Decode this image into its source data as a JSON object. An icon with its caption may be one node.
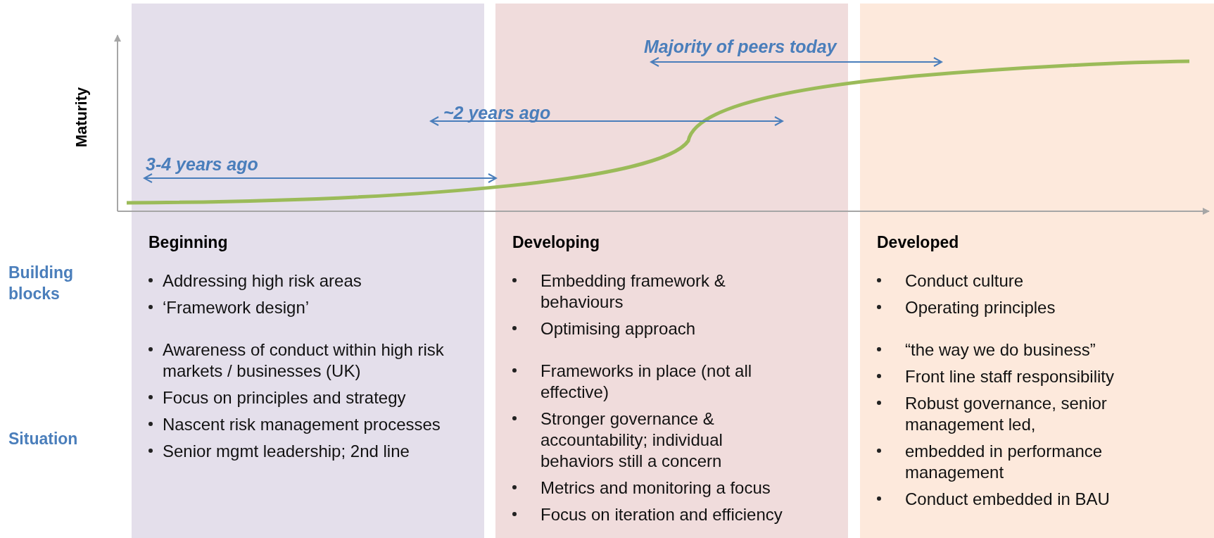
{
  "diagram": {
    "nodes": [
      {
        "text": [
          "Beginning",
          "Addressing high risk areas",
          "‘Framework design’",
          "Awareness of conduct within high risk markets / businesses (UK)",
          "Focus on principles and strategy",
          "Nascent risk management processes",
          "Senior mgmt leadership;  2nd line"
        ]
      },
      {
        "text": [
          "Developing",
          "Embedding framework & behaviours",
          "Optimising approach",
          "Frameworks in place (not all effective)",
          "Stronger governance & accountability; individual behaviors still a concern",
          "Metrics and monitoring a focus",
          "Focus on iteration and efficiency"
        ]
      },
      {
        "text": [
          "Developed",
          "Conduct culture",
          "Operating principles",
          "“the way we do business”",
          "Front line staff responsibility",
          "Robust governance, senior management led,",
          "embedded in performance management",
          "Conduct embedded in BAU"
        ]
      }
    ],
    "labels": [
      "Maturity",
      "Majority of peers today",
      "~2 years ago",
      "3-4 years ago",
      "Building blocks",
      "Situation"
    ]
  }
}
